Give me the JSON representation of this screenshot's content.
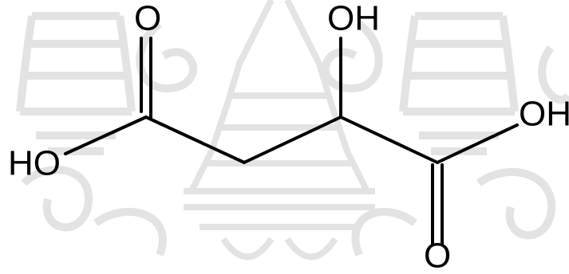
{
  "colors": {
    "background": "#ffffff",
    "bond": "#000000",
    "watermark": "#e3e3e3"
  },
  "molecule": {
    "labels": {
      "o_top": "O",
      "oh_top": "OH",
      "ho_left": "HO",
      "oh_right": "OH",
      "o_bottom": "O"
    }
  }
}
